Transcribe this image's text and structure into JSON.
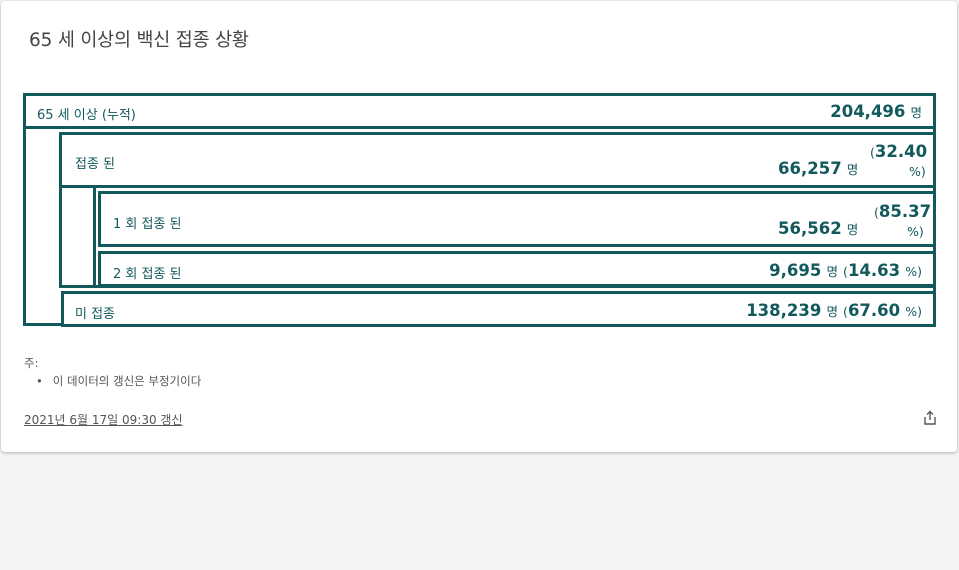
{
  "card": {
    "title": "65 세 이상의 백신 접종 상황"
  },
  "rows": {
    "total": {
      "label": "65 세 이상 (누적)",
      "count": "204,496",
      "unit": "명"
    },
    "vaccinated": {
      "label": "접종 된",
      "count": "66,257",
      "unit": "명",
      "pct_open": "(",
      "pct": "32.40",
      "pct_close": "%)"
    },
    "dose1": {
      "label": "1 회 접종 된",
      "count": "56,562",
      "unit": "명",
      "pct_open": "(",
      "pct": "85.37",
      "pct_close": "%)"
    },
    "dose2": {
      "label": "2 회 접종 된",
      "count": "9,695",
      "unit": "명",
      "pct_open": "(",
      "pct": "14.63",
      "pct_close": "%)"
    },
    "unvaccinated": {
      "label": "미 접종",
      "count": "138,239",
      "unit": "명",
      "pct_open": "(",
      "pct": "67.60",
      "pct_close": "%)"
    }
  },
  "notes": {
    "title": "주:",
    "items": [
      "이 데이터의 갱신은 부정기이다"
    ]
  },
  "footer": {
    "updated": "2021년 6월 17일 09:30 갱신",
    "share_icon": "share-icon"
  },
  "colors": {
    "accent": "#12595c",
    "background": "#f3f4f6",
    "card": "#ffffff"
  }
}
